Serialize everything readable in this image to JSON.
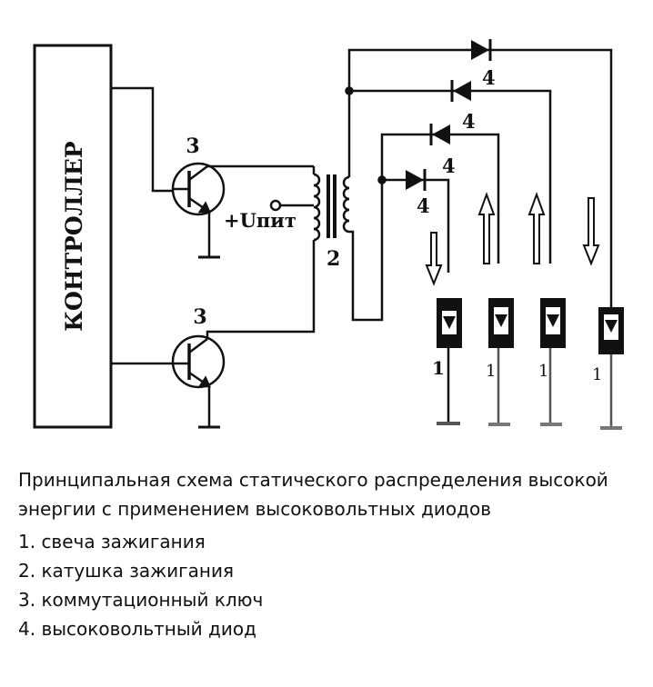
{
  "diagram": {
    "controller_label": "КОНТРОЛЛЕР",
    "supply_label": "+Uпит",
    "transistor_number": "3",
    "coil_number": "2",
    "diode_number": "4",
    "plug_number": "1"
  },
  "caption": {
    "title": "Принципальная схема статического распределения высокой энергии с применением   высоковольтных диодов",
    "legend": [
      "1. свеча зажигания",
      "2. катушка зажигания",
      "3. коммутационный ключ",
      "4. высоковольтный диод"
    ]
  }
}
